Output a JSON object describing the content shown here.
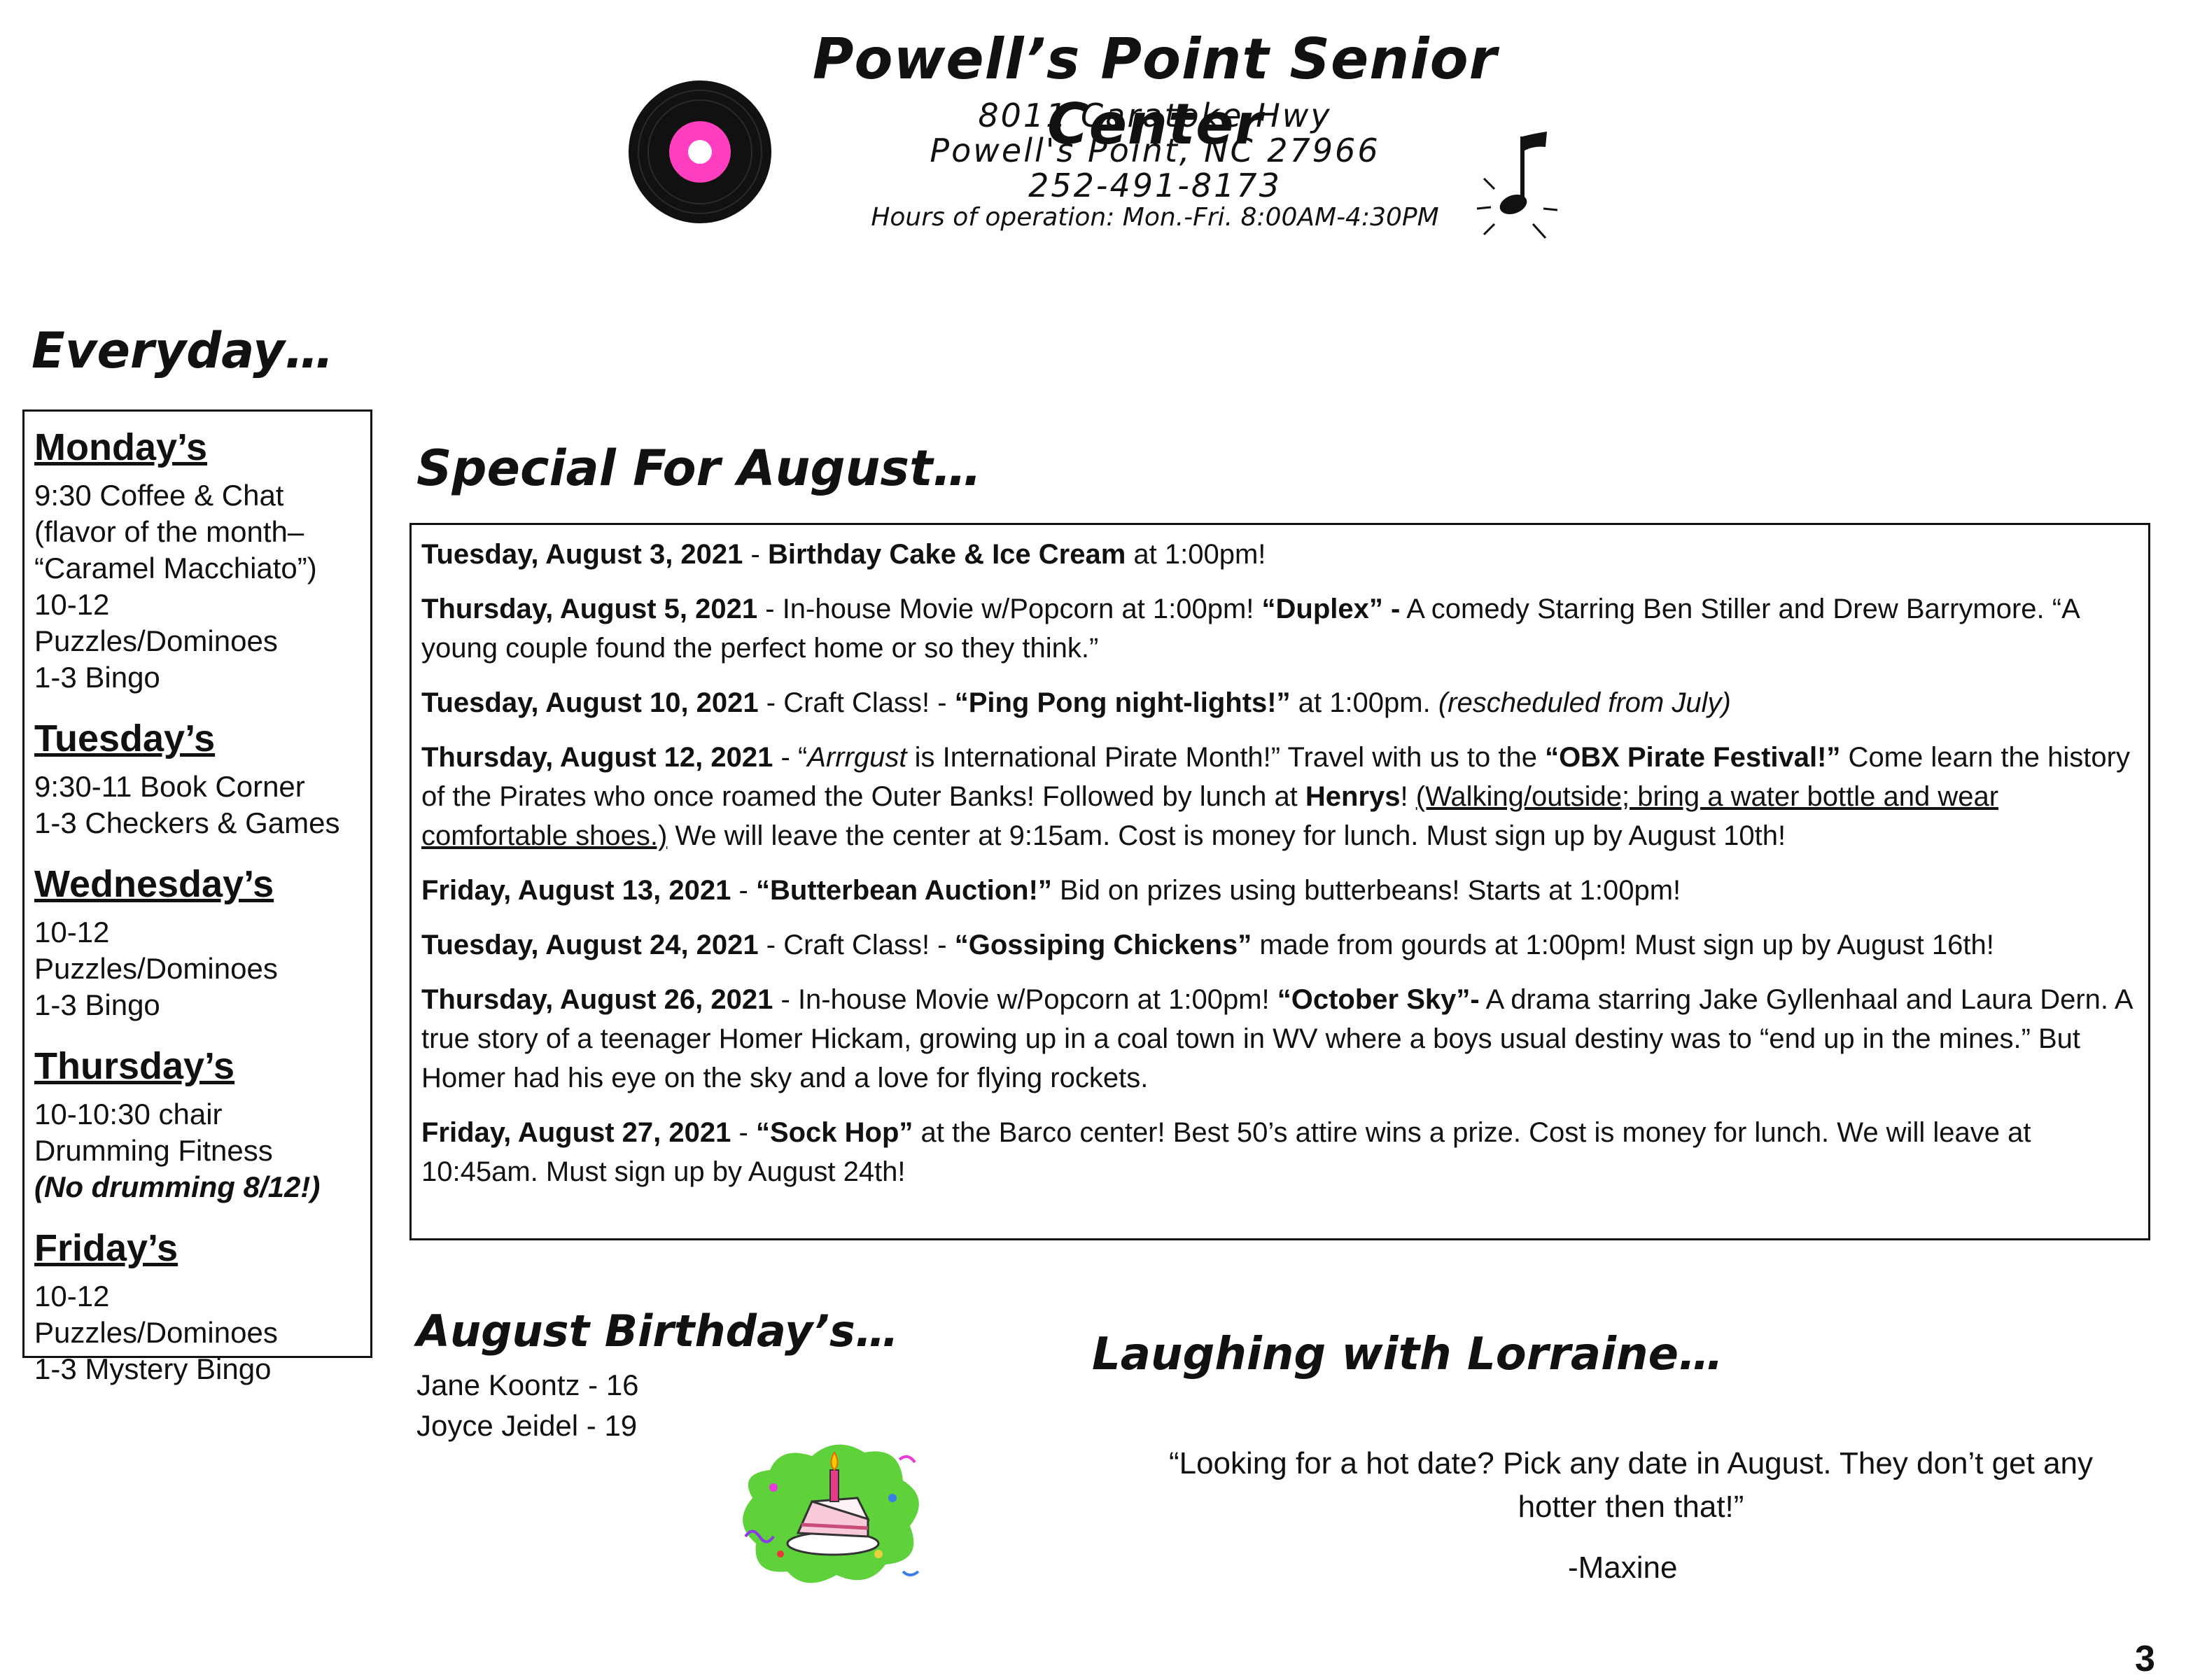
{
  "header": {
    "center_name": "Powell’s Point Senior Center",
    "address_line1": "8011 Caratoke Hwy",
    "address_line2": "Powell's Point, NC 27966",
    "phone": "252-491-8173",
    "hours": "Hours of operation: Mon.-Fri. 8:00AM-4:30PM",
    "icons": [
      "vinyl-record-icon",
      "music-note-icon"
    ],
    "record_color": "#ff3fbf"
  },
  "everyday": {
    "title": "Everyday…",
    "days": [
      {
        "name": "Monday’s",
        "lines": [
          "9:30 Coffee & Chat",
          "(flavor of the month–",
          "“Caramel Macchiato”)",
          "10-12 Puzzles/Dominoes",
          "1-3 Bingo"
        ]
      },
      {
        "name": "Tuesday’s",
        "lines": [
          "9:30-11 Book Corner",
          "1-3 Checkers & Games"
        ]
      },
      {
        "name": "Wednesday’s",
        "lines": [
          "10-12 Puzzles/Dominoes",
          "1-3 Bingo"
        ]
      },
      {
        "name": "Thursday’s",
        "lines": [
          "10-10:30 chair",
          "Drumming Fitness",
          "(No drumming 8/12!)"
        ]
      },
      {
        "name": "Friday’s",
        "lines": [
          "10-12 Puzzles/Dominoes",
          "1-3 Mystery Bingo"
        ]
      }
    ]
  },
  "special": {
    "title": "Special For August…",
    "events": [
      {
        "a_date": "Tuesday, August 3, 2021",
        "b_sep": " - ",
        "c_name": "Birthday Cake & Ice Cream",
        "d_rest": " at 1:00pm!"
      },
      {
        "a_date": "Thursday, August 5, 2021",
        "b_sep": " - In-house Movie w/Popcorn at 1:00pm! ",
        "c_name": "“Duplex” -",
        "d_rest": " A comedy Starring Ben Stiller and Drew Barrymore. “A young couple found the perfect home or so they think.”"
      },
      {
        "a_date": "Tuesday, August 10, 2021",
        "b_sep": " - Craft Class! - ",
        "c_name": "“Ping Pong night-lights!”",
        "d_rest": " at 1:00pm. ",
        "e_italic": "(rescheduled from July)"
      },
      {
        "a_date": "Thursday, August 12, 2021",
        "b_sep": " - “",
        "c_italic": "Arrrgust",
        "d_rest": " is International Pirate Month!” Travel with us to the ",
        "e_name": "“OBX Pirate Festival!”",
        "f_rest": "  Come learn the history of the Pirates who once roamed the Outer Banks! Followed by lunch at ",
        "g_name": "Henrys",
        "h_rest": "!  ",
        "i_under": "(Walking/outside; bring a water bottle and wear comfortable shoes.)",
        "j_rest": "  We will leave the center at 9:15am. Cost is money for lunch.  Must sign up by August 10th!"
      },
      {
        "a_date": "Friday, August 13, 2021",
        "b_sep": " - ",
        "c_name": "“Butterbean Auction!”",
        "d_rest": "  Bid on prizes using butterbeans!  Starts at 1:00pm!"
      },
      {
        "a_date": "Tuesday, August 24, 2021",
        "b_sep": " - Craft Class! - ",
        "c_name": "“Gossiping Chickens”",
        "d_rest": " made from gourds at 1:00pm!  Must sign up by August 16th!"
      },
      {
        "a_date": "Thursday, August 26, 2021",
        "b_sep": " - In-house Movie w/Popcorn at 1:00pm! ",
        "c_name": "“October Sky”-",
        "d_rest": "  A drama starring Jake Gyllenhaal  and Laura Dern. A true story of a teenager Homer Hickam, growing up in a coal town in WV where a boys usual destiny was to “end up in the mines.” But Homer had his eye on the sky and a love for flying rockets."
      },
      {
        "a_date": "Friday, August 27, 2021",
        "b_sep": " - ",
        "c_name": "“Sock Hop”",
        "d_rest": " at the Barco center!  Best 50’s attire wins a prize.  Cost is money for lunch.  We will leave at 10:45am.  Must sign up by August 24th!"
      }
    ]
  },
  "birthdays": {
    "title": "August Birthday’s…",
    "entries": [
      "Jane Koontz - 16",
      "Joyce Jeidel - 19"
    ],
    "icon": "birthday-cake-icon"
  },
  "laughing": {
    "title": "Laughing with Lorraine…",
    "quote": "“Looking for a hot date? Pick any date in August.  They don’t get any hotter then that!”",
    "signature": "-Maxine"
  },
  "page_number": "3"
}
